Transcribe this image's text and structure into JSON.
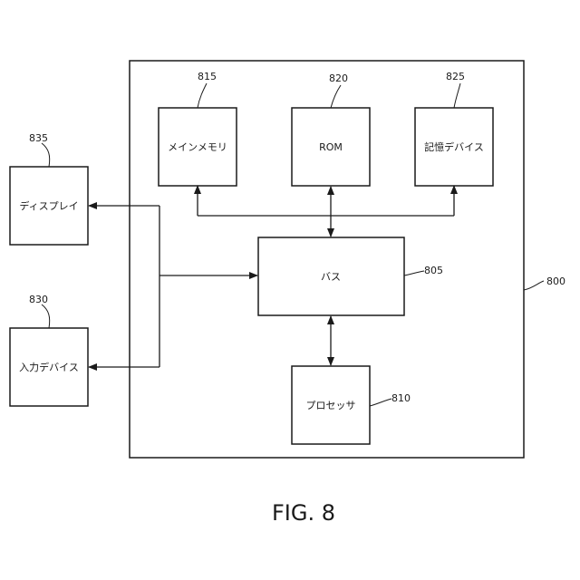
{
  "figure": {
    "caption": "FIG. 8",
    "system_ref": "800",
    "blocks": {
      "main_memory": {
        "label": "メインメモリ",
        "ref": "815"
      },
      "rom": {
        "label": "ROM",
        "ref": "820"
      },
      "storage": {
        "label": "記憶デバイス",
        "ref": "825"
      },
      "bus": {
        "label": "バス",
        "ref": "805"
      },
      "processor": {
        "label": "プロセッサ",
        "ref": "810"
      },
      "display": {
        "label": "ディスプレイ",
        "ref": "835"
      },
      "input": {
        "label": "入力デバイス",
        "ref": "830"
      }
    }
  }
}
